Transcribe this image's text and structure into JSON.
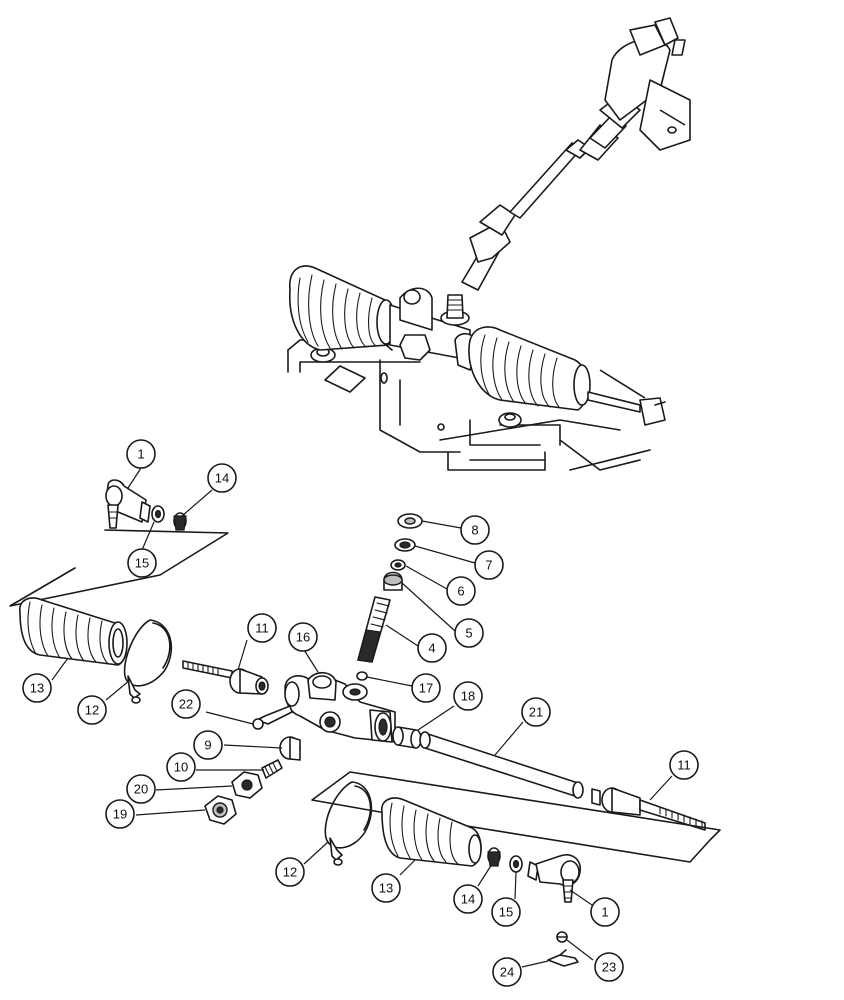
{
  "callouts": [
    {
      "id": "c-1a",
      "label": "1"
    },
    {
      "id": "c-14a",
      "label": "14"
    },
    {
      "id": "c-15a",
      "label": "15"
    },
    {
      "id": "c-8",
      "label": "8"
    },
    {
      "id": "c-7",
      "label": "7"
    },
    {
      "id": "c-6",
      "label": "6"
    },
    {
      "id": "c-5",
      "label": "5"
    },
    {
      "id": "c-4",
      "label": "4"
    },
    {
      "id": "c-17",
      "label": "17"
    },
    {
      "id": "c-11a",
      "label": "11"
    },
    {
      "id": "c-16",
      "label": "16"
    },
    {
      "id": "c-13a",
      "label": "13"
    },
    {
      "id": "c-12a",
      "label": "12"
    },
    {
      "id": "c-22",
      "label": "22"
    },
    {
      "id": "c-9",
      "label": "9"
    },
    {
      "id": "c-18",
      "label": "18"
    },
    {
      "id": "c-21",
      "label": "21"
    },
    {
      "id": "c-10",
      "label": "10"
    },
    {
      "id": "c-20",
      "label": "20"
    },
    {
      "id": "c-19",
      "label": "19"
    },
    {
      "id": "c-11b",
      "label": "11"
    },
    {
      "id": "c-12b",
      "label": "12"
    },
    {
      "id": "c-13b",
      "label": "13"
    },
    {
      "id": "c-14b",
      "label": "14"
    },
    {
      "id": "c-15b",
      "label": "15"
    },
    {
      "id": "c-1b",
      "label": "1"
    },
    {
      "id": "c-23",
      "label": "23"
    },
    {
      "id": "c-24",
      "label": "24"
    }
  ]
}
